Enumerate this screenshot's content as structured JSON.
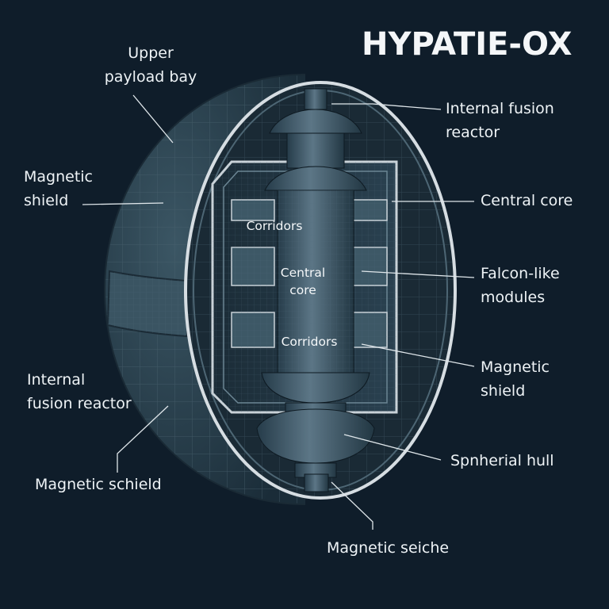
{
  "title": "HYPATIE-OX",
  "labels": {
    "upper_payload_bay": [
      "Upper",
      "payload bay"
    ],
    "magnetic_shield_left": [
      "Magnetic",
      "shield"
    ],
    "internal_fusion_reactor_left": [
      "Internal",
      "fusion reactor"
    ],
    "magnetic_schield": "Magnetic schield",
    "magnetic_seiche": "Magnetic seiche",
    "internal_fusion_reactor_right": [
      "Internal fusion",
      "reactor"
    ],
    "central_core_right": "Central core",
    "falcon_like_modules": [
      "Falcon-like",
      "modules"
    ],
    "magnetic_shield_right": [
      "Magnetic",
      "shield"
    ],
    "spherial_hull": "Spnherial hull"
  },
  "inner_labels": {
    "corridors_top": "Corridors",
    "central_core_inner": [
      "Central",
      "core"
    ],
    "corridors_bottom": "Corridors"
  },
  "colors": {
    "background": "#0f1d2a",
    "hull": "#2c4250",
    "hull_grid": "#4a6270",
    "rim": "#d6dde2",
    "core": "#3b5463",
    "text": "#eef3f6",
    "leader": "#dfe6ea"
  }
}
